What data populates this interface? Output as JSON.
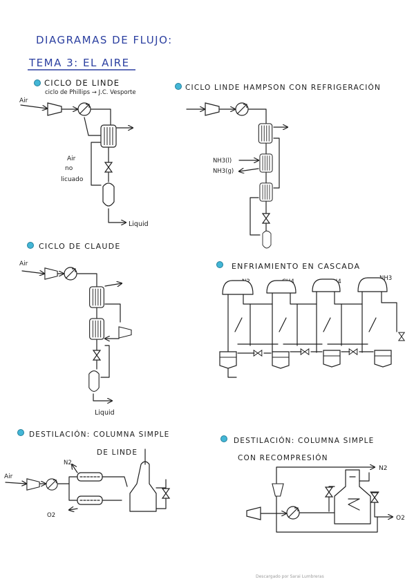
{
  "header": {
    "title": "DIAGRAMAS DE FLUJO:",
    "subtitle": "TEMA 3: EL AIRE"
  },
  "sections": {
    "linde": {
      "title": "CICLO DE LINDE",
      "subtitle": "ciclo de Phillips → J.C. Vesporte",
      "labels": {
        "air": "Air",
        "not_liquefied_1": "Air",
        "not_liquefied_2": "no",
        "not_liquefied_3": "licuado",
        "liquid": "Liquid"
      }
    },
    "linde_hampson": {
      "title": "CICLO LINDE HAMPSON CON REFRIGERACIÓN",
      "labels": {
        "nh3_l": "NH3(l)",
        "nh3_g": "NH3(g)"
      }
    },
    "claude": {
      "title": "CICLO DE CLAUDE",
      "labels": {
        "air": "Air",
        "liquid": "Liquid"
      }
    },
    "cascade": {
      "title": "ENFRIAMIENTO EN CASCADA",
      "labels": {
        "n2": "N2",
        "ch4_1": "CH4",
        "ch4_2": "CH4",
        "nh3": "NH3"
      }
    },
    "distill_simple": {
      "title_line1": "DESTILACIÓN: COLUMNA SIMPLE",
      "title_line2": "DE LINDE",
      "labels": {
        "air": "Air",
        "n2": "N2",
        "o2": "O2"
      }
    },
    "distill_recomp": {
      "title_line1": "DESTILACIÓN: COLUMNA SIMPLE",
      "title_line2": "CON RECOMPRESIÓN",
      "labels": {
        "n2": "N2",
        "o2": "O2"
      }
    }
  },
  "footer": {
    "text": "Descargado por Sarai Lumbreras"
  },
  "colors": {
    "title": "#2b3fa0",
    "bullet": "#43b6d6",
    "ink": "#1f1f1f"
  }
}
